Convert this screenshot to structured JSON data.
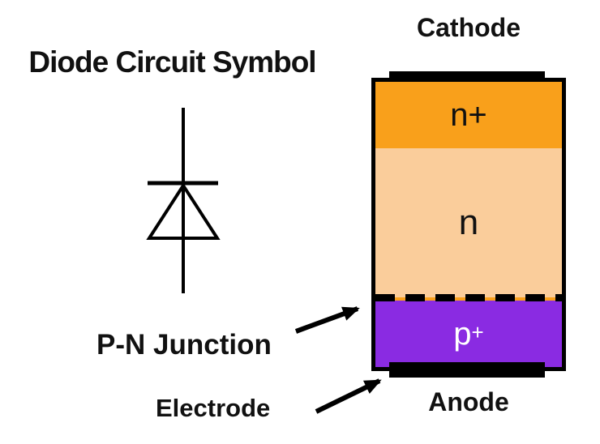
{
  "title": "Diode Circuit Symbol",
  "colors": {
    "background": "#FFFFFF",
    "outline": "#000000",
    "electrode": "#000000",
    "n_plus": "#F9A01B",
    "n": "#FACD9B",
    "junction_line": "#F9A01B",
    "p_plus": "#8A2BE2",
    "p_label": "#FFFFFF"
  },
  "symbol": {
    "name": "diode-circuit-symbol"
  },
  "structure": {
    "cathode_label": "Cathode",
    "anode_label": "Anode",
    "regions": [
      {
        "type": "n-plus",
        "label": "n+"
      },
      {
        "type": "n",
        "label": "n"
      },
      {
        "type": "p-plus",
        "label_base": "p",
        "label_sup": "+"
      }
    ]
  },
  "annotations": {
    "pn_junction_label": "P-N Junction",
    "electrode_label": "Electrode"
  }
}
